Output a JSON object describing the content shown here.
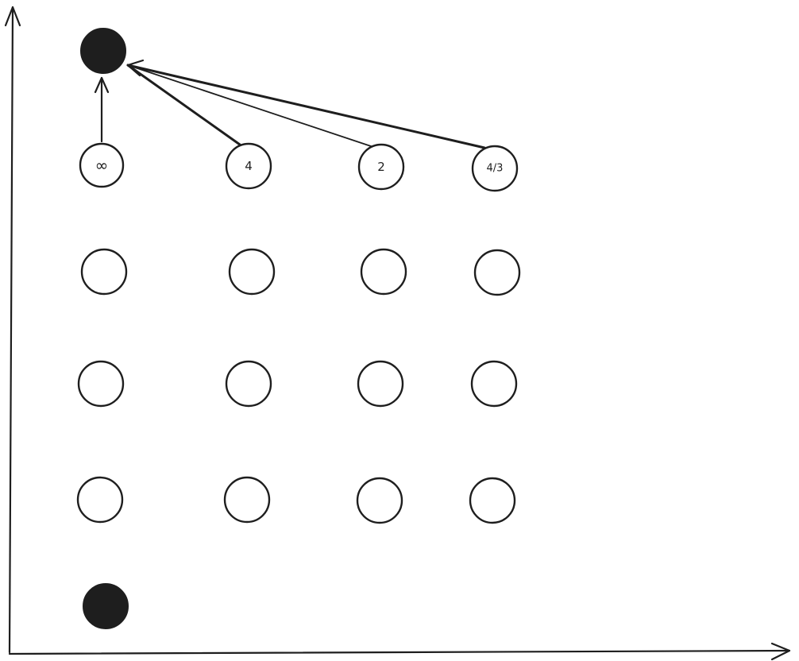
{
  "diagram": {
    "labels": {
      "col1": "∞",
      "col2": "4",
      "col3": "2",
      "col4": "4/3"
    },
    "colors": {
      "ink": "#1e1e1e",
      "background": "#ffffff"
    }
  }
}
